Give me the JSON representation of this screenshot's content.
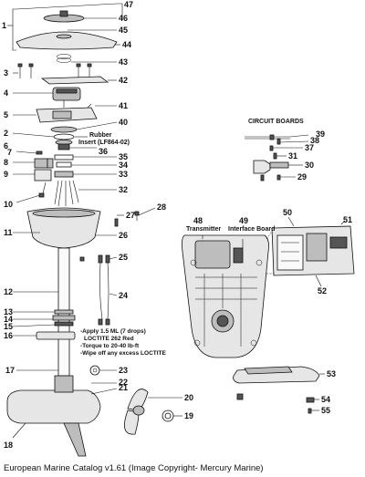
{
  "caption": "European Marine Catalog v1.61 (Image Copyright- Mercury Marine)",
  "diagram": {
    "section_title": "CIRCUIT BOARDS",
    "labels": {
      "rubber_insert": "Rubber",
      "rubber_insert_2": "Insert (LF864-02)",
      "transmitter": "Transmitter",
      "interface_board": "Interface Board"
    },
    "notes": [
      "-Apply 1.5 ML (7 drops)",
      "LOCTITE 262 Red",
      "-Torque to 20-40 lb-ft",
      "-Wipe off any excess LOCTITE"
    ],
    "callouts": [
      "1",
      "2",
      "3",
      "4",
      "5",
      "6",
      "7",
      "8",
      "9",
      "10",
      "11",
      "12",
      "13",
      "14",
      "15",
      "16",
      "17",
      "18",
      "19",
      "20",
      "21",
      "22",
      "23",
      "24",
      "25",
      "26",
      "27",
      "28",
      "29",
      "30",
      "31",
      "32",
      "33",
      "34",
      "35",
      "36",
      "37",
      "38",
      "39",
      "40",
      "41",
      "42",
      "43",
      "44",
      "45",
      "46",
      "47",
      "48",
      "49",
      "50",
      "51",
      "52",
      "53",
      "54",
      "55"
    ]
  }
}
